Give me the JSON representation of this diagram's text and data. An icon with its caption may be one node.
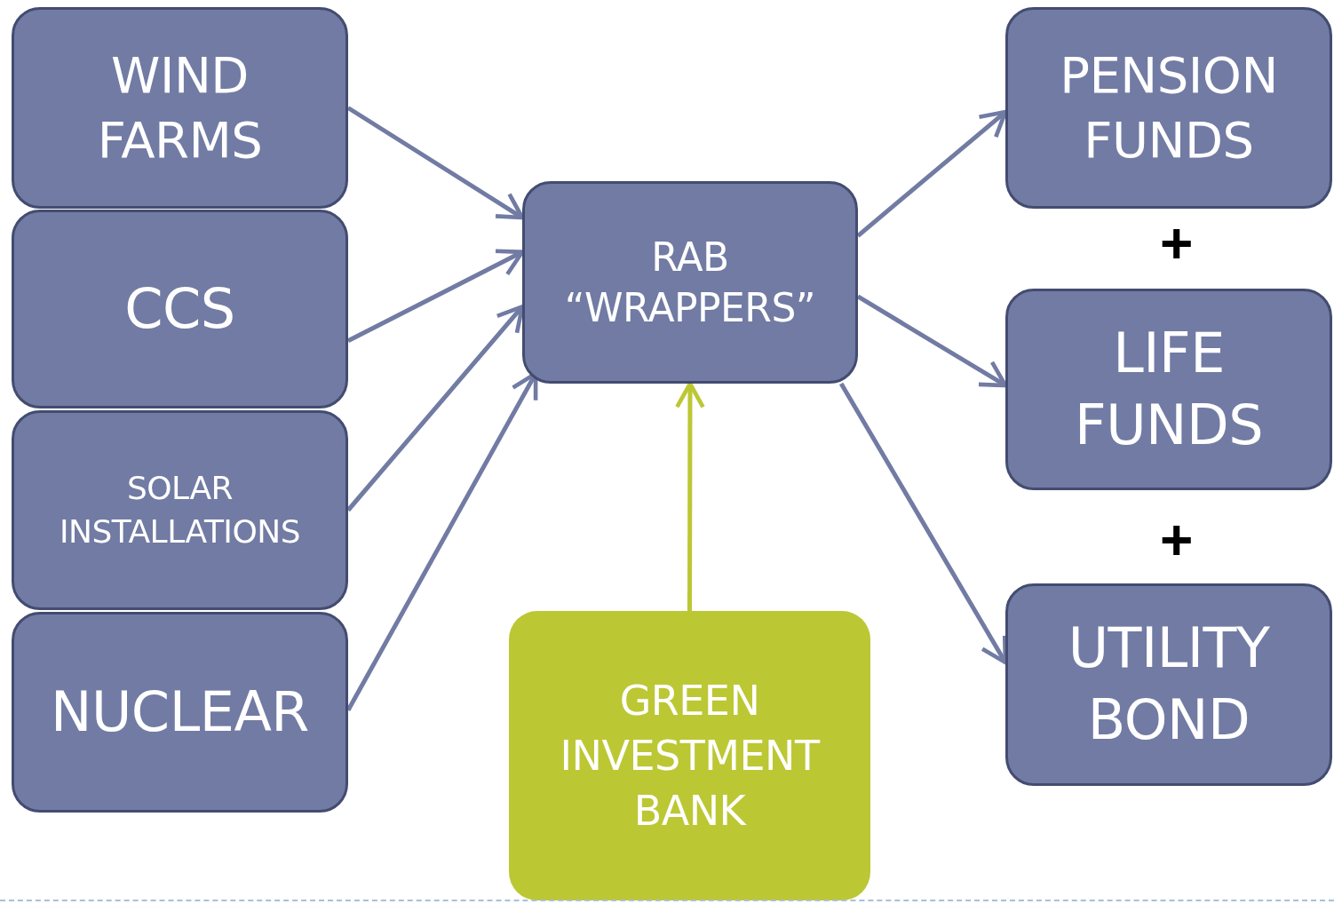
{
  "diagram": {
    "nodes": [
      {
        "text": [
          "WIND FARMS"
        ]
      },
      {
        "text": [
          "CCS"
        ]
      },
      {
        "text": [
          "SOLAR INSTALLATIONS"
        ]
      },
      {
        "text": [
          "NUCLEAR"
        ]
      },
      {
        "text": [
          "RAB “WRAPPERS”"
        ]
      },
      {
        "text": [
          "GREEN INVESTMENT BANK"
        ]
      },
      {
        "text": [
          "PENSION FUNDS"
        ]
      },
      {
        "text": [
          "LIFE FUNDS"
        ]
      },
      {
        "text": [
          "UTILITY BOND"
        ]
      }
    ],
    "edges": [
      {
        "from": 0,
        "to": 4,
        "arrow": "to"
      },
      {
        "from": 1,
        "to": 4,
        "arrow": "to"
      },
      {
        "from": 2,
        "to": 4,
        "arrow": "to"
      },
      {
        "from": 3,
        "to": 4,
        "arrow": "to"
      },
      {
        "from": 5,
        "to": 4,
        "arrow": "to",
        "color": "#bcc734"
      },
      {
        "from": 4,
        "to": 6,
        "arrow": "to"
      },
      {
        "from": 4,
        "to": 7,
        "arrow": "to"
      },
      {
        "from": 4,
        "to": 8,
        "arrow": "to"
      }
    ],
    "labels": [
      "+",
      "+"
    ]
  }
}
